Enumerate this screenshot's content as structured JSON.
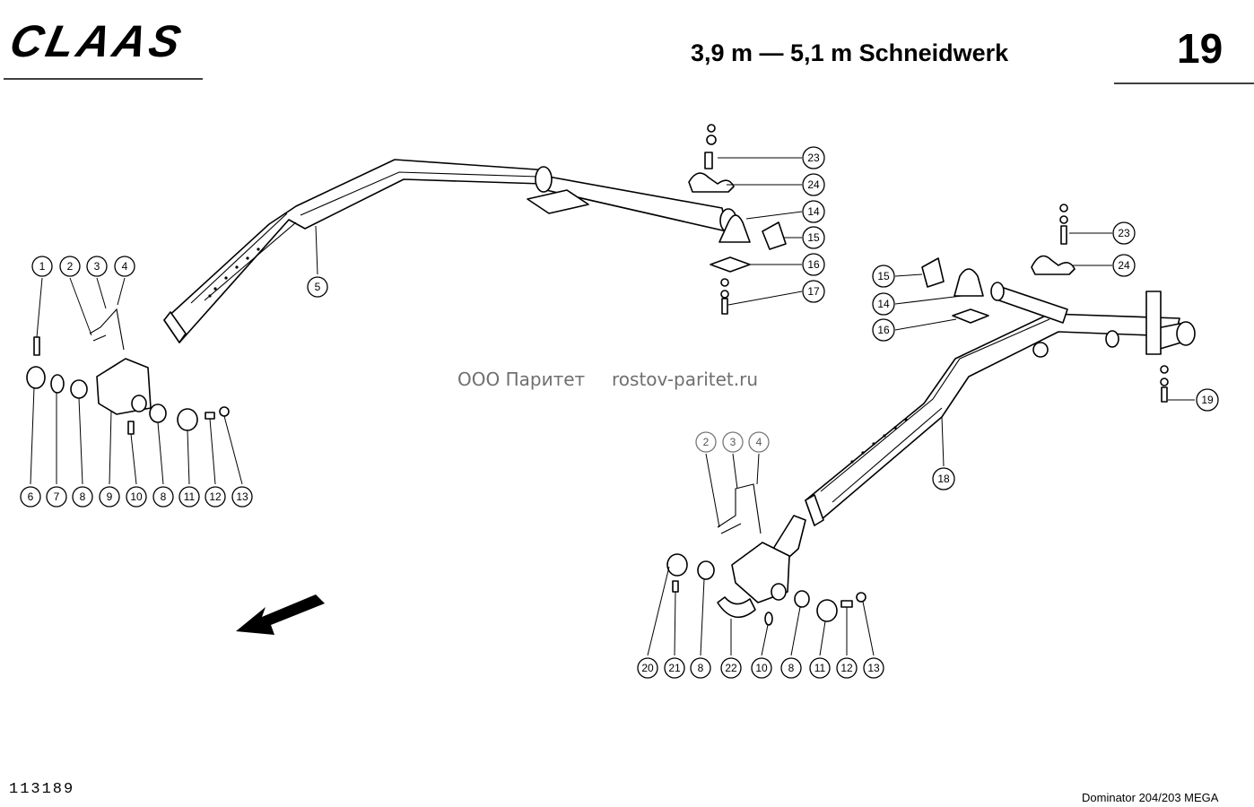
{
  "header": {
    "logo": "CLAAS",
    "title": "3,9 m — 5,1 m Schneidwerk",
    "page_number": "19"
  },
  "footer": {
    "drawing_id": "113189",
    "model": "Dominator 204/203 MEGA"
  },
  "watermark": {
    "company": "ООО Паритет",
    "site": "rostov-paritet.ru"
  },
  "callouts_left": {
    "c1": "1",
    "c2": "2",
    "c3": "3",
    "c4": "4",
    "c5": "5",
    "c6": "6",
    "c7": "7",
    "c8a": "8",
    "c9": "9",
    "c10": "10",
    "c8b": "8",
    "c11": "11",
    "c12": "12",
    "c13": "13",
    "c23": "23",
    "c24": "24",
    "c14": "14",
    "c15": "15",
    "c16": "16",
    "c17": "17"
  },
  "callouts_right": {
    "c15": "15",
    "c14": "14",
    "c16": "16",
    "c23": "23",
    "c24": "24",
    "c19": "19",
    "c18": "18",
    "c2": "2",
    "c3": "3",
    "c4": "4",
    "c20": "20",
    "c21": "21",
    "c8a": "8",
    "c22": "22",
    "c10": "10",
    "c8b": "8",
    "c11": "11",
    "c12": "12",
    "c13": "13"
  }
}
